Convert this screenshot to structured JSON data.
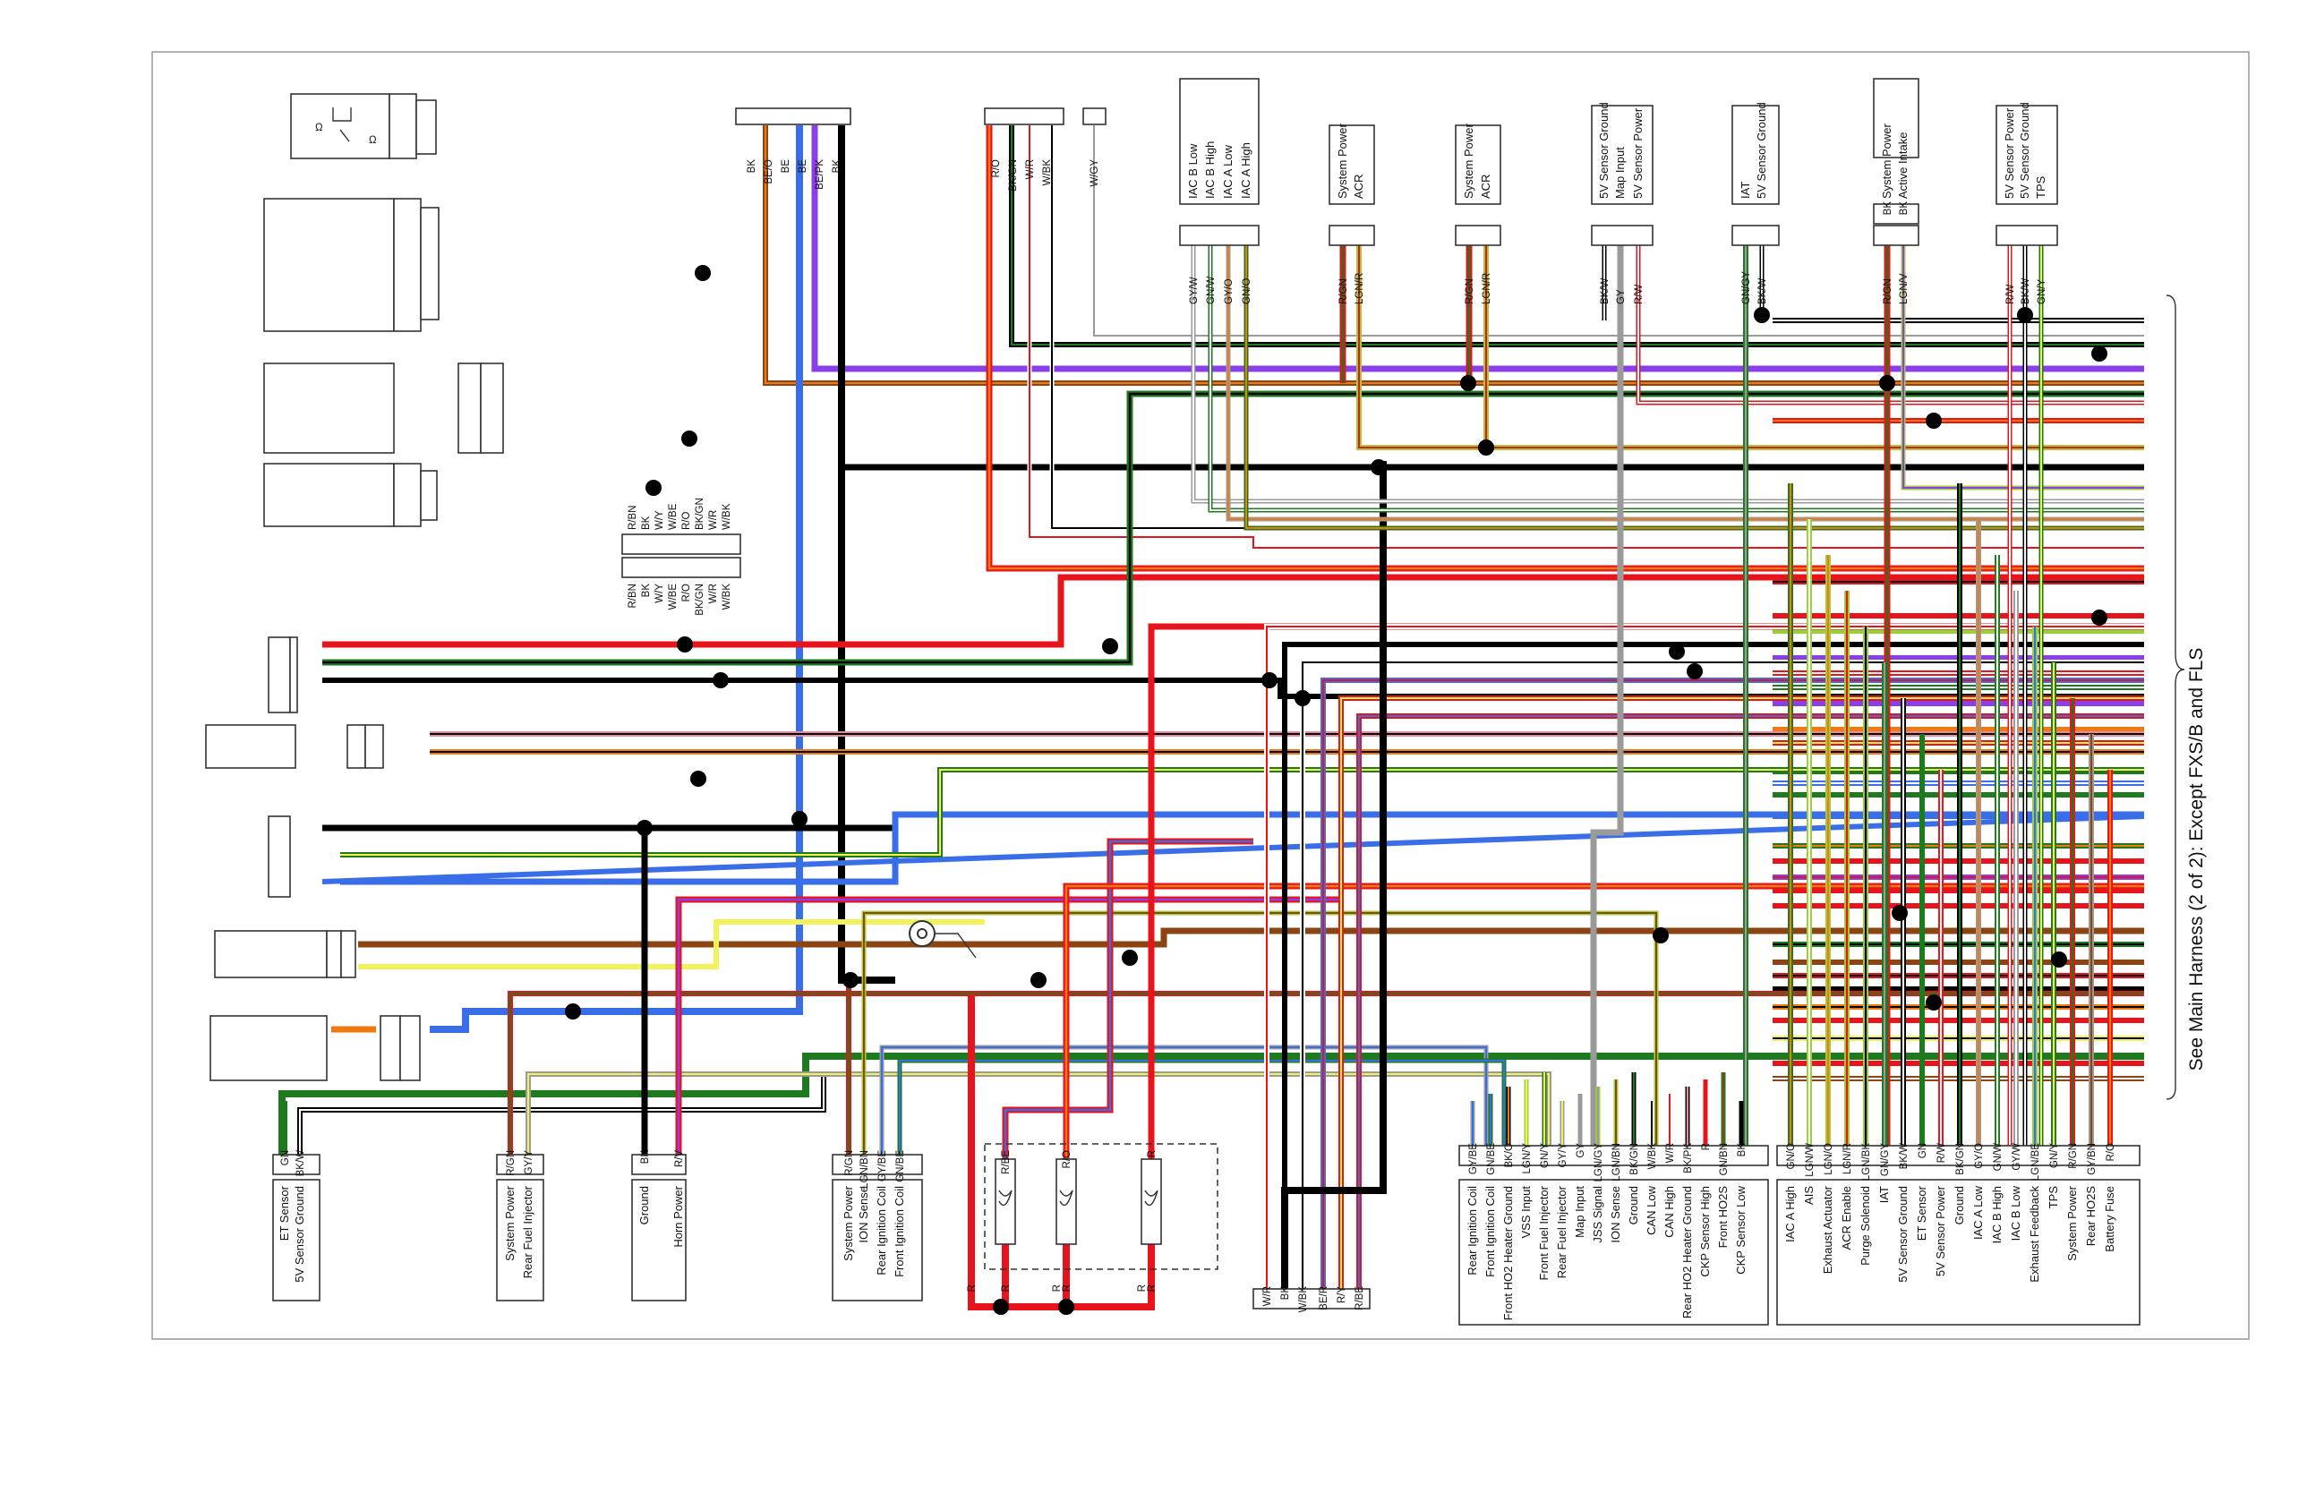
{
  "diagram": {
    "side_label": "See Main Harness (2 of 2): Except FXS/B and FLS",
    "colors": {
      "BK": "#000000",
      "R": "#e8141b",
      "GN": "#1f7a1f",
      "BE": "#3a6ee8",
      "Y": "#f2f25a",
      "O": "#f07a12",
      "V": "#8a3fe8",
      "BN": "#8b4512",
      "GY": "#9a9a9a",
      "PK": "#e88aa0",
      "W": "#ffffff",
      "LGN": "#9ccf3a",
      "LTBE": "#8fb0ee"
    },
    "bottom_components": [
      {
        "id": "et-sensor",
        "pins": [
          "GN",
          "BK/W"
        ],
        "labels": [
          "ET Sensor",
          "5V Sensor Ground"
        ]
      },
      {
        "id": "rear-injector",
        "pins": [
          "R/GN",
          "GY/Y"
        ],
        "labels": [
          "System Power",
          "Rear Fuel Injector"
        ]
      },
      {
        "id": "horn",
        "pins": [
          "BK",
          "R/V"
        ],
        "labels": [
          "Ground",
          "Horn Power"
        ]
      },
      {
        "id": "ion-sense",
        "pins": [
          "R/GN",
          "LGN/BN",
          "GY/BE",
          "GN/BE"
        ],
        "labels": [
          "System Power",
          "ION Sense",
          "Rear Ignition Coil",
          "Front Ignition Coil"
        ]
      },
      {
        "id": "fuses",
        "pins": [
          "R/BE",
          "R/O",
          "R"
        ],
        "bottom": [
          "R",
          "R",
          "R",
          "R",
          "R",
          "R"
        ]
      },
      {
        "id": "bottom-connector",
        "pins": [
          "W/R",
          "BK",
          "W/BK",
          "BE/R",
          "R/Y",
          "R/BE"
        ]
      }
    ],
    "top_components": [
      {
        "id": "iac",
        "pins": [
          "GY/W",
          "GN/W",
          "GY/O",
          "GN/O"
        ],
        "labels": [
          "IAC B Low",
          "IAC B High",
          "IAC A Low",
          "IAC A High"
        ]
      },
      {
        "id": "acr-front",
        "pins": [
          "R/GN",
          "LGN/R"
        ],
        "labels": [
          "System Power",
          "ACR"
        ]
      },
      {
        "id": "acr-rear",
        "pins": [
          "R/GN",
          "LGN/R"
        ],
        "labels": [
          "System Power",
          "ACR"
        ]
      },
      {
        "id": "map",
        "pins": [
          "BK/W",
          "GY",
          "R/W"
        ],
        "labels": [
          "5V Sensor Ground",
          "Map Input",
          "5V Sensor Power"
        ]
      },
      {
        "id": "iat",
        "pins": [
          "GN/GY",
          "BK/W"
        ],
        "labels": [
          "IAT",
          "5V Sensor Ground"
        ]
      },
      {
        "id": "active-intake",
        "pins": [
          "R/GN",
          "LGN/V"
        ],
        "top_pins": [
          "BK",
          "BK"
        ],
        "labels": [
          "System Power",
          "Active Intake"
        ]
      },
      {
        "id": "tps",
        "pins": [
          "R/W",
          "BK/W",
          "GN/Y"
        ],
        "labels": [
          "5V Sensor Power",
          "5V Sensor Ground",
          "TPS"
        ]
      }
    ],
    "top_left_connector": {
      "pins": [
        "BK",
        "BE/O",
        "BE",
        "BE",
        "BE/PK",
        "BK"
      ]
    },
    "top_mid_connector": {
      "pins": [
        "R/O",
        "BK/GN",
        "W/R",
        "W/BK"
      ]
    },
    "small_connector": {
      "pins": [
        "W/GY"
      ]
    },
    "mid_connector": {
      "pins": [
        "R/BN",
        "BK",
        "W/Y",
        "W/BE",
        "R/O",
        "BK/GN",
        "W/R",
        "W/BK"
      ]
    },
    "ecm_left": {
      "pins": [
        "GY/BE",
        "GN/BE",
        "BK/O",
        "LGN/Y",
        "GN/Y",
        "GY/Y",
        "GY",
        "LGN/GY",
        "LGN/BN",
        "BK/GN",
        "W/BK",
        "W/R",
        "BK/PK",
        "R",
        "GN/BN",
        "BK"
      ],
      "functions": [
        "Rear Ignition Coil",
        "Front Ignition Coil",
        "Front HO2 Heater Ground",
        "VSS Input",
        "Front Fuel Injector",
        "Rear Fuel Injector",
        "Map Input",
        "JSS Signal",
        "ION Sense",
        "Ground",
        "CAN Low",
        "CAN High",
        "Rear HO2 Heater Ground",
        "CKP Sensor High",
        "Front HO2S",
        "CKP Sensor Low"
      ]
    },
    "ecm_right": {
      "pins": [
        "GN/O",
        "LGN/W",
        "LGN/O",
        "LGN/R",
        "LGN/BK",
        "GN/GY",
        "BK/W",
        "GN",
        "R/W",
        "BK/GN",
        "GY/O",
        "GN/W",
        "GY/W",
        "LGN/BE",
        "GN/Y",
        "R/GN",
        "GY/BN",
        "R/O"
      ],
      "functions": [
        "IAC A High",
        "AIS",
        "Exhaust Actuator",
        "ACR Enable",
        "Purge Solenoid",
        "IAT",
        "5V Sensor Ground",
        "ET Sensor",
        "5V Sensor Power",
        "Ground",
        "IAC A Low",
        "IAC B High",
        "IAC B Low",
        "Exhaust Feedback",
        "TPS",
        "System Power",
        "Rear HO2S",
        "Battery Fuse"
      ]
    }
  }
}
